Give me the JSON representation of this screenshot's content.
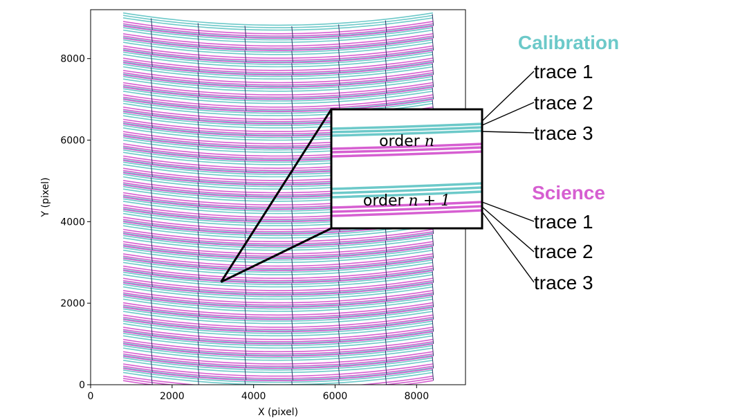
{
  "chart_data": {
    "type": "line",
    "xlabel": "X (pixel)",
    "ylabel": "Y (pixel)",
    "xlim": [
      0,
      9200
    ],
    "ylim": [
      0,
      9200
    ],
    "xticks": [
      0,
      2000,
      4000,
      6000,
      8000
    ],
    "yticks": [
      0,
      2000,
      4000,
      6000,
      8000
    ],
    "x_extent": [
      800,
      8400
    ],
    "order_count": 30,
    "order_center_y_at_x_edge": {
      "bottom": 300,
      "top": 9000
    },
    "edge_rise": 300,
    "calibration_trace_offsets": [
      120,
      60,
      0
    ],
    "science_trace_offsets": [
      -90,
      -145,
      -200
    ],
    "colors": {
      "calibration": "#6cc9c9",
      "science": "#d65fd1"
    },
    "zoom": {
      "source_point": [
        3200,
        2520
      ],
      "labels": {
        "upper": {
          "text": "order ",
          "math": "n"
        },
        "lower": {
          "text": "order ",
          "math": "n + 1"
        }
      }
    },
    "legend": {
      "calibration": {
        "title": "Calibration",
        "traces": [
          "trace 1",
          "trace 2",
          "trace 3"
        ]
      },
      "science": {
        "title": "Science",
        "traces": [
          "trace 1",
          "trace 2",
          "trace 3"
        ]
      }
    }
  }
}
